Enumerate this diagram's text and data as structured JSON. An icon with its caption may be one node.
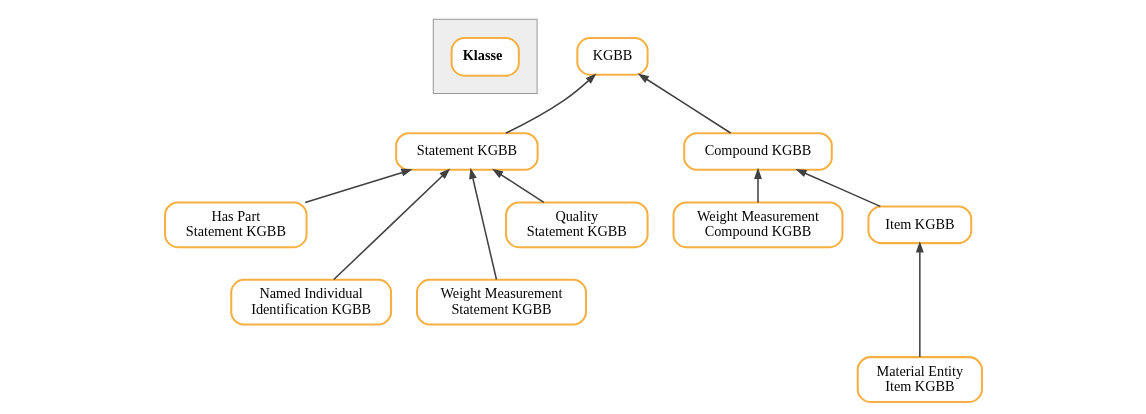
{
  "diagram": {
    "nodes": [
      {
        "text": [
          "KGBB"
        ]
      },
      {
        "text": [
          "Statement KGBB"
        ]
      },
      {
        "text": [
          "Compound KGBB"
        ]
      },
      {
        "text": [
          "Has Part Statement KGBB"
        ]
      },
      {
        "text": [
          "Named Individual Identification KGBB"
        ]
      },
      {
        "text": [
          "Weight Measurement Statement KGBB"
        ]
      },
      {
        "text": [
          "Quality Statement KGBB"
        ]
      },
      {
        "text": [
          "Weight Measurement Compound KGBB"
        ]
      },
      {
        "text": [
          "Item KGBB"
        ]
      },
      {
        "text": [
          "Material Entity Item KGBB"
        ]
      }
    ],
    "edges": [
      {
        "from": 1,
        "to": 0,
        "arrow": "to"
      },
      {
        "from": 2,
        "to": 0,
        "arrow": "to"
      },
      {
        "from": 3,
        "to": 1,
        "arrow": "to"
      },
      {
        "from": 4,
        "to": 1,
        "arrow": "to"
      },
      {
        "from": 5,
        "to": 1,
        "arrow": "to"
      },
      {
        "from": 6,
        "to": 1,
        "arrow": "to"
      },
      {
        "from": 7,
        "to": 2,
        "arrow": "to"
      },
      {
        "from": 8,
        "to": 2,
        "arrow": "to"
      },
      {
        "from": 9,
        "to": 8,
        "arrow": "to"
      }
    ],
    "legend": [
      {
        "text": "Klasse"
      }
    ]
  }
}
